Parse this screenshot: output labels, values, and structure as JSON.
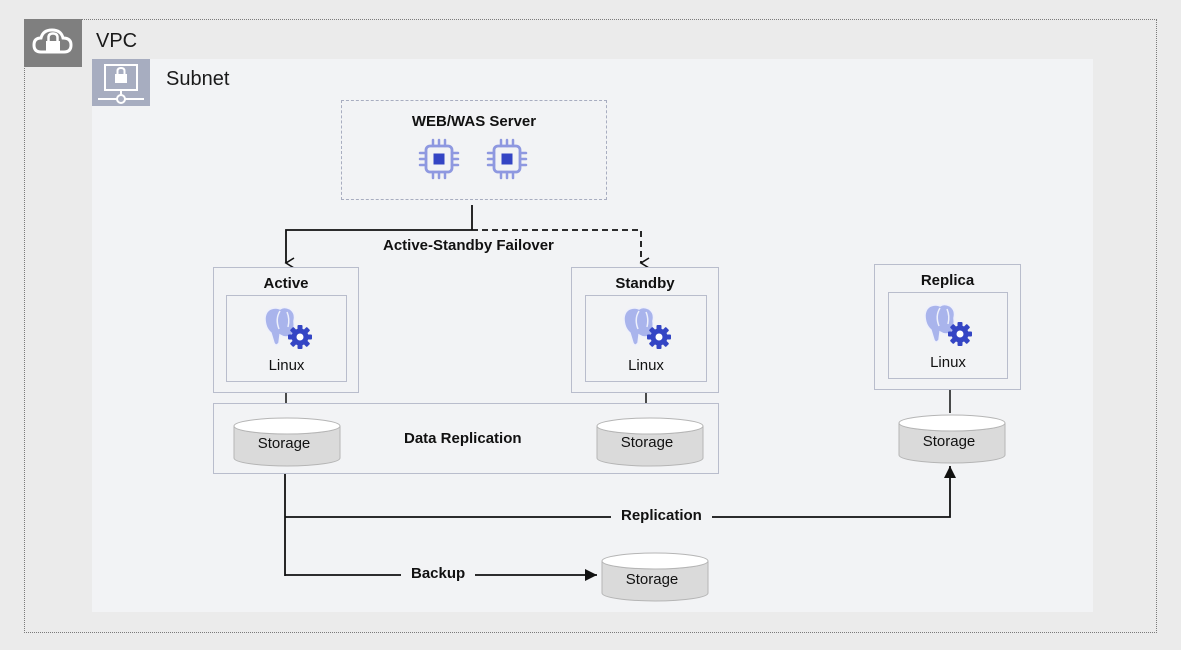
{
  "vpc": {
    "label": "VPC",
    "icon": "cloud-lock-icon"
  },
  "subnet": {
    "label": "Subnet",
    "icon": "subnet-lock-icon"
  },
  "web_server": {
    "title": "WEB/WAS Server",
    "icon": "cpu-chip-icon",
    "chip_count": 2
  },
  "nodes": {
    "active": {
      "title": "Active",
      "os": "Linux",
      "icon": "postgresql-settings-icon"
    },
    "standby": {
      "title": "Standby",
      "os": "Linux",
      "icon": "postgresql-settings-icon"
    },
    "replica": {
      "title": "Replica",
      "os": "Linux",
      "icon": "postgresql-settings-icon"
    }
  },
  "storage": {
    "active": "Storage",
    "standby": "Storage",
    "replica": "Storage",
    "backup": "Storage"
  },
  "edges": {
    "failover": "Active-Standby Failover",
    "data_replication": "Data Replication",
    "replication": "Replication",
    "backup": "Backup"
  },
  "colors": {
    "chip": "#8e98e0",
    "chip_core": "#3445c4",
    "pg_body": "#a9b4ec",
    "gear": "#3445c4",
    "box_border": "#b9bdcc",
    "subnet_bg": "#f2f3f5",
    "vpc_bg": "#ebebeb"
  }
}
